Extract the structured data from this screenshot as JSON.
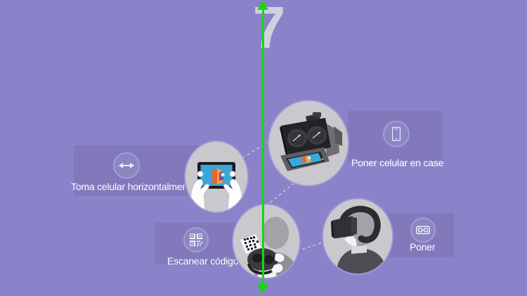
{
  "slide": {
    "step_number": "7",
    "background_color": "#8a83c9",
    "plate_color": "#8279bd",
    "accent_color": "#18d418",
    "node_fill": "#c9c9cd",
    "node_ring": "#9f97da"
  },
  "axis": {
    "top_arrow_name": "arrow-up",
    "bottom_arrow_name": "arrow-down",
    "color": "#18d418"
  },
  "steps": [
    {
      "id": "toma-celular",
      "label": "Toma celular horizontalmente",
      "icon": "left-right-arrows-icon",
      "image": "hands-holding-tablet-horizontally"
    },
    {
      "id": "poner-celular-en-case",
      "label": "Poner celular en case",
      "icon": "smartphone-icon",
      "image": "vr-cardboard-headset-with-phone-tray"
    },
    {
      "id": "escanear-codigo",
      "label": "Escanear código",
      "icon": "qr-code-icon",
      "image": "person-scanning-qr-code-with-headset"
    },
    {
      "id": "poner",
      "label": "Poner",
      "icon": "vr-goggles-icon",
      "image": "person-wearing-vr-headset"
    }
  ]
}
